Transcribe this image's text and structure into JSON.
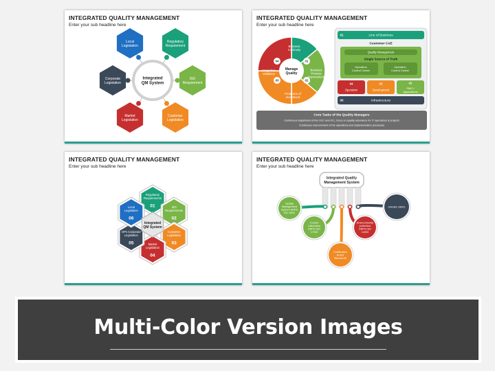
{
  "slides": [
    {
      "title": "INTEGRATED QUALITY MANAGEMENT",
      "subtitle": "Enter your sub headline here",
      "center": [
        "Integrated",
        "QM System"
      ],
      "items": [
        {
          "label": [
            "Local",
            "Legislation"
          ],
          "color": "#1f6fc2"
        },
        {
          "label": [
            "Regulatory",
            "Requirement"
          ],
          "color": "#1aa07a"
        },
        {
          "label": [
            "ISO",
            "Requirement"
          ],
          "color": "#7ab548"
        },
        {
          "label": [
            "Customer",
            "Legislation"
          ],
          "color": "#f08a24"
        },
        {
          "label": [
            "Market",
            "Legislation"
          ],
          "color": "#c62f2f"
        },
        {
          "label": [
            "Corporate",
            "Legislation"
          ],
          "color": "#3a4858"
        }
      ]
    },
    {
      "title": "INTEGRATED QUALITY MANAGEMENT",
      "subtitle": "Enter your sub headline here",
      "wheel_center": [
        "Manage",
        "Quality"
      ],
      "wheel": [
        {
          "num": "01",
          "label": [
            "Business",
            "Continuity"
          ],
          "color": "#1aa07a"
        },
        {
          "num": "01",
          "label": [
            "Business",
            "Process",
            "Improvement"
          ],
          "color": "#7ab548"
        },
        {
          "num": "02",
          "label": [
            "Protection of",
            "Investment"
          ],
          "color": "#f08a24"
        },
        {
          "num": "03",
          "label": [
            "Integration",
            "Validation"
          ],
          "color": "#c62f2f"
        },
        {
          "num": "04",
          "label": [],
          "color": "#c62f2f"
        }
      ],
      "panel": {
        "line_of_business": {
          "num": "01",
          "label": "Line of Business"
        },
        "coe": "Customer CoE",
        "quality_mgmt": "Quality Management",
        "truth": "Single Source of Truth",
        "occ_left": [
          "Operation",
          "Control Center"
        ],
        "occ_right": [
          "Operation",
          "Control Center"
        ],
        "operation": {
          "num": "04",
          "label": "Operation"
        },
        "development": {
          "num": "03",
          "label": "Development"
        },
        "pmo": {
          "num": "02",
          "label": [
            "PMO /",
            "Applications"
          ]
        },
        "infrastructure": {
          "num": "05",
          "label": "Infrastructure"
        }
      },
      "tasks": {
        "title": "Core Tasks of the Quality Managers",
        "lines": [
          "Continuous adjustment of the OCC and ICC, focus on quality assurance for IT operations & projects",
          "Continuous improvement of the operations and implementation processes"
        ]
      }
    },
    {
      "title": "INTEGRATED QUALITY MANAGEMENT",
      "subtitle": "Enter your sub headline here",
      "center": [
        "Integrated",
        "QM System"
      ],
      "items": [
        {
          "num": "01",
          "label": [
            "Regulatory",
            "Requirements"
          ],
          "color": "#1aa07a"
        },
        {
          "num": "02",
          "label": [
            "ISO",
            "Requirements"
          ],
          "color": "#7ab548"
        },
        {
          "num": "03",
          "label": [
            "Customer",
            "Legislation"
          ],
          "color": "#f08a24"
        },
        {
          "num": "04",
          "label": [
            "Market",
            "Legislation"
          ],
          "color": "#c62f2f"
        },
        {
          "num": "05",
          "label": [
            "OPs Corporate",
            "Legislation"
          ],
          "color": "#3a4858"
        },
        {
          "num": "06",
          "label": [
            "Local",
            "Legislation"
          ],
          "color": "#1f6fc2"
        }
      ]
    },
    {
      "title": "INTEGRATED QUALITY MANAGEMENT",
      "subtitle": "Enter your sub headline here",
      "center": [
        "Integrated Quality",
        "Management System"
      ],
      "items": [
        {
          "label": [
            "Quality",
            "Management",
            "System SRPS",
            "ISO 9001"
          ],
          "color": "#7ab548"
        },
        {
          "label": [
            "Control",
            "Laboratory",
            "SRPS ISO",
            "17025"
          ],
          "color": "#7ab548"
        },
        {
          "label": [
            "Certification",
            "Board",
            "Manual 65"
          ],
          "color": "#f08a24"
        },
        {
          "label": [
            "Environmental",
            "protection",
            "SRPS ISO",
            "14000"
          ],
          "color": "#c62f2f"
        },
        {
          "label": [
            "OHSAS 18001"
          ],
          "color": "#3a4858"
        }
      ]
    }
  ],
  "footer": {
    "title": "Multi-Color Version Images"
  }
}
